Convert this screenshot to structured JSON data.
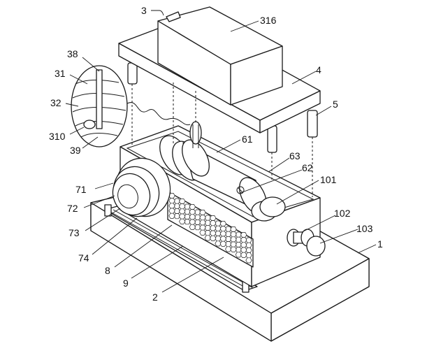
{
  "labels": {
    "l3": "3",
    "l316": "316",
    "l4": "4",
    "l5": "5",
    "l38": "38",
    "l31": "31",
    "l32": "32",
    "l310": "310",
    "l39": "39",
    "l61": "61",
    "l63": "63",
    "l62": "62",
    "l101": "101",
    "l71": "71",
    "l72": "72",
    "l73": "73",
    "l74": "74",
    "l8": "8",
    "l9": "9",
    "l2": "2",
    "l102": "102",
    "l103": "103",
    "l1": "1"
  }
}
